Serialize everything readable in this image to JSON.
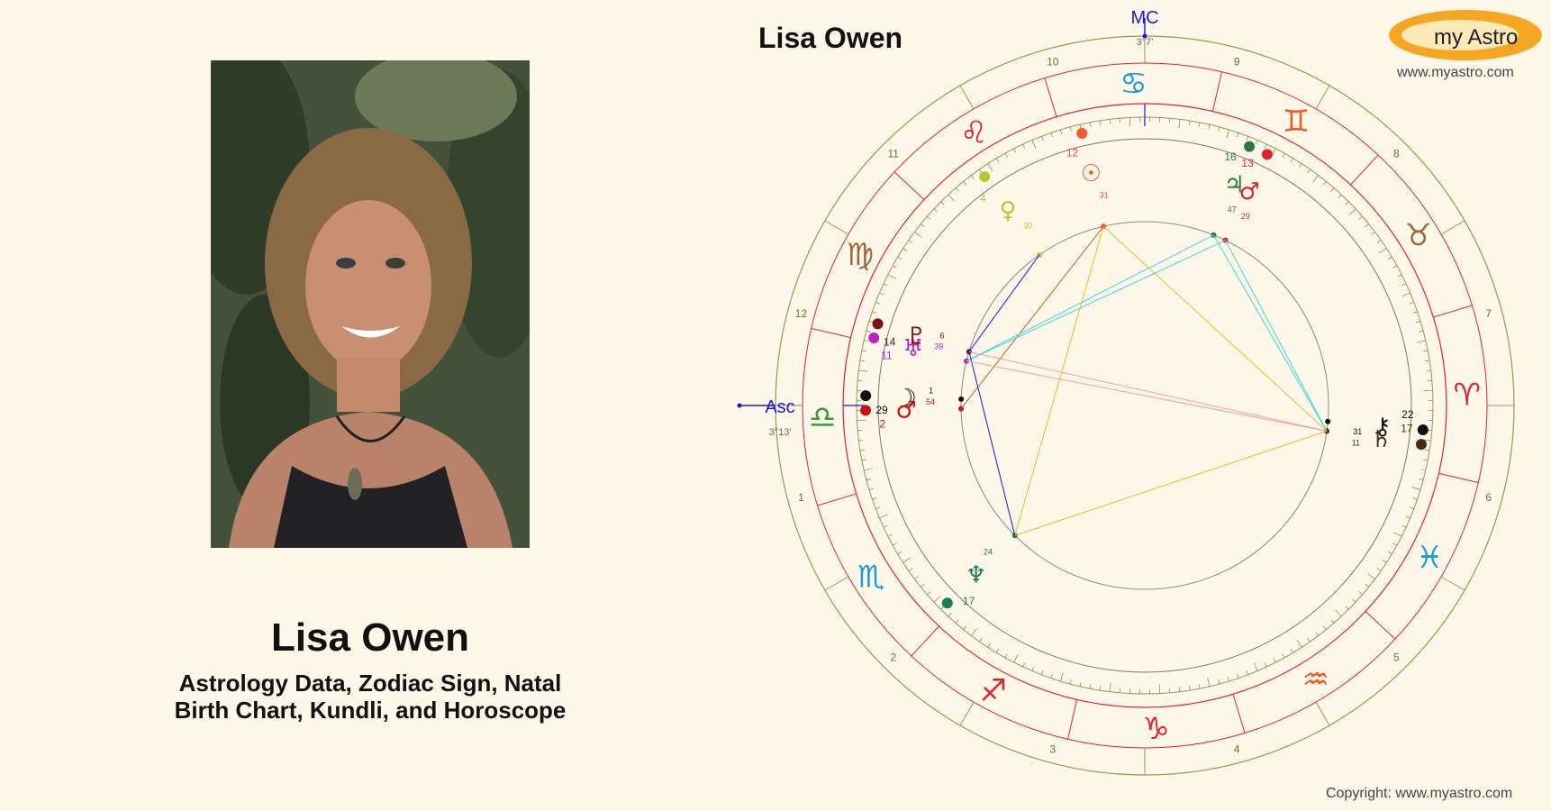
{
  "person": {
    "name": "Lisa Owen",
    "subtitle_line1": "Astrology Data, Zodiac Sign, Natal",
    "subtitle_line2": "Birth Chart, Kundli, and Horoscope"
  },
  "chart": {
    "title": "Lisa Owen",
    "mc_label": "MC",
    "mc_degree": "3°7'",
    "asc_label": "Asc",
    "asc_degree": "3°13'",
    "house_numbers": [
      "1",
      "2",
      "3",
      "4",
      "5",
      "6",
      "7",
      "8",
      "9",
      "10",
      "11",
      "12"
    ],
    "signs": [
      {
        "name": "cancer",
        "glyph": "♋",
        "color": "#1a9ad6"
      },
      {
        "name": "gemini",
        "glyph": "♊",
        "color": "#f05a24"
      },
      {
        "name": "taurus",
        "glyph": "♉",
        "color": "#a0683a"
      },
      {
        "name": "aries",
        "glyph": "♈",
        "color": "#e0242a"
      },
      {
        "name": "pisces",
        "glyph": "♓",
        "color": "#1a9ad6"
      },
      {
        "name": "aquarius",
        "glyph": "♒",
        "color": "#f05a24"
      },
      {
        "name": "capricorn",
        "glyph": "♑",
        "color": "#e0242a"
      },
      {
        "name": "sagittarius",
        "glyph": "♐",
        "color": "#e0242a"
      },
      {
        "name": "scorpio",
        "glyph": "♏",
        "color": "#1a9ad6"
      },
      {
        "name": "libra",
        "glyph": "♎",
        "color": "#3a9a3a"
      },
      {
        "name": "virgo",
        "glyph": "♍",
        "color": "#a0683a"
      },
      {
        "name": "leo",
        "glyph": "♌",
        "color": "#e0242a"
      }
    ],
    "planets": [
      {
        "name": "sun",
        "glyph": "☉",
        "degree": "12",
        "minute": "31",
        "color": "#f05a24"
      },
      {
        "name": "venus",
        "glyph": "♀",
        "degree": "4",
        "minute": "30",
        "color": "#b5c930"
      },
      {
        "name": "jupiter",
        "glyph": "♃",
        "degree": "16",
        "minute": "47",
        "color": "#2a7a3a"
      },
      {
        "name": "mars-retro",
        "glyph": "♂",
        "degree": "13",
        "minute": "29",
        "color": "#e0242a"
      },
      {
        "name": "uranus",
        "glyph": "♅",
        "degree": "11",
        "minute": "39",
        "color": "#c020c0"
      },
      {
        "name": "pluto",
        "glyph": "♇",
        "degree": "14",
        "minute": "6",
        "color": "#7a1010"
      },
      {
        "name": "moon",
        "glyph": "☽",
        "degree": "29",
        "minute": "1",
        "color": "#111111"
      },
      {
        "name": "mars",
        "glyph": "♂",
        "degree": "2",
        "minute": "54",
        "color": "#cc1010"
      },
      {
        "name": "chiron",
        "glyph": "⚷",
        "degree": "22",
        "minute": "31",
        "color": "#111111"
      },
      {
        "name": "saturn",
        "glyph": "♄",
        "degree": "17",
        "minute": "11",
        "color": "#4a2a10"
      },
      {
        "name": "neptune",
        "glyph": "♆",
        "degree": "17",
        "minute": "24",
        "color": "#1a7a5a"
      }
    ]
  },
  "logo": {
    "text": "my Astro",
    "url": "www.myastro.com"
  },
  "footer": {
    "copyright": "Copyright: www.myastro.com"
  }
}
